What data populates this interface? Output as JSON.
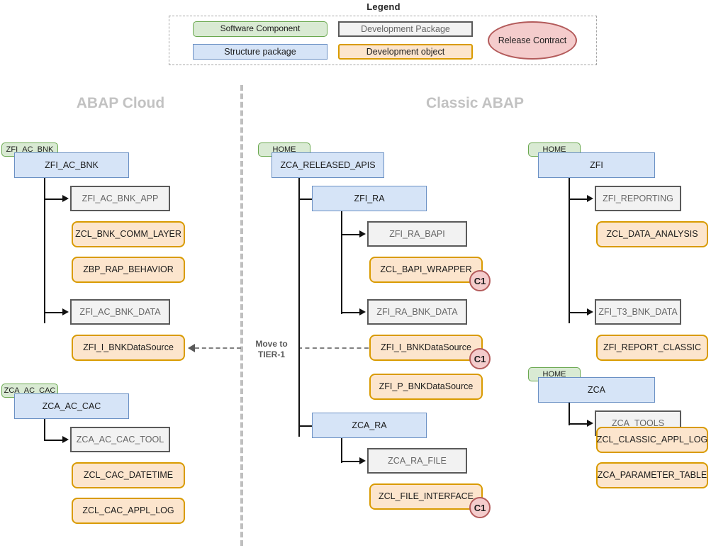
{
  "legend": {
    "title": "Legend",
    "items": [
      {
        "label": "Software Component",
        "kind": "software-component"
      },
      {
        "label": "Development Package",
        "kind": "development-package"
      },
      {
        "label": "Structure package",
        "kind": "structure-package"
      },
      {
        "label": "Development object",
        "kind": "development-object"
      },
      {
        "label": "Release Contract",
        "kind": "release-contract"
      }
    ]
  },
  "columns": {
    "left": {
      "heading": "ABAP Cloud"
    },
    "right": {
      "heading": "Classic ABAP"
    }
  },
  "move_link": {
    "label": "Move to\nTIER-1"
  },
  "badges": {
    "contract": "C1"
  },
  "nodes": {
    "left": {
      "swc1": "ZFI_AC_BNK",
      "sp1": "ZFI_AC_BNK",
      "dp1": "ZFI_AC_BNK_APP",
      "do1": "ZCL_BNK_COMM_LAYER",
      "do2": "ZBP_RAP_BEHAVIOR",
      "dp2": "ZFI_AC_BNK_DATA",
      "do3": "ZFI_I_BNKDataSource",
      "swc2": "ZCA_AC_CAC",
      "sp2": "ZCA_AC_CAC",
      "dp3": "ZCA_AC_CAC_TOOL",
      "do4": "ZCL_CAC_DATETIME",
      "do5": "ZCL_CAC_APPL_LOG"
    },
    "middle": {
      "swc1": "HOME",
      "sp1": "ZCA_RELEASED_APIS",
      "sp2": "ZFI_RA",
      "dp1": "ZFI_RA_BAPI",
      "do1": "ZCL_BAPI_WRAPPER",
      "dp2": "ZFI_RA_BNK_DATA",
      "do2": "ZFI_I_BNKDataSource",
      "do3": "ZFI_P_BNKDataSource",
      "sp3": "ZCA_RA",
      "dp3": "ZCA_RA_FILE",
      "do4": "ZCL_FILE_INTERFACE"
    },
    "right": {
      "swc1": "HOME",
      "sp1": "ZFI",
      "dp1": "ZFI_REPORTING",
      "do1": "ZCL_DATA_ANALYSIS",
      "dp2": "ZFI_T3_BNK_DATA",
      "do2": "ZFI_REPORT_CLASSIC",
      "swc2": "HOME",
      "sp2": "ZCA",
      "dp3": "ZCA_TOOLS",
      "do3": "ZCL_CLASSIC_APPL_LOG",
      "do4": "ZCA_PARAMETER_TABLE"
    }
  },
  "colors": {
    "software_component_fill": "#d9ead3",
    "software_component_border": "#6aa84f",
    "structure_package_fill": "#d6e4f7",
    "structure_package_border": "#6a90c4",
    "development_package_fill": "#f2f2f2",
    "development_package_border": "#5a5a5a",
    "development_object_fill": "#fce5cd",
    "development_object_border": "#d99b00",
    "release_contract_fill": "#f4cccc",
    "release_contract_border": "#b35b5b",
    "heading_text": "#c2c2c2",
    "connector": "#111111",
    "move_link": "#808080"
  }
}
